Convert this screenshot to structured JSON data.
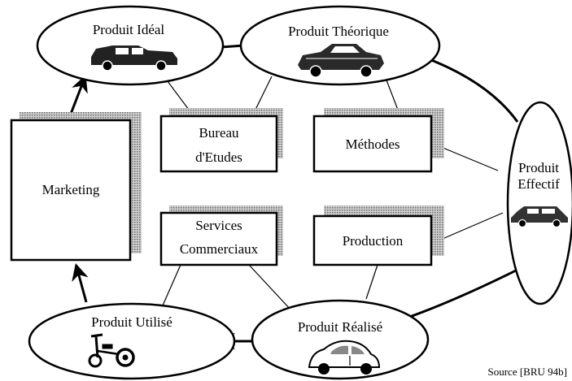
{
  "nodes": {
    "produit_ideal": "Produit Idéal",
    "produit_theorique": "Produit Théorique",
    "produit_effectif_line1": "Produit",
    "produit_effectif_line2": "Effectif",
    "produit_realise": "Produit Réalisé",
    "produit_utilise": "Produit Utilisé"
  },
  "boxes": {
    "marketing": "Marketing",
    "bureau_line1": "Bureau",
    "bureau_line2": "d'Etudes",
    "methodes": "Méthodes",
    "services_line1": "Services",
    "services_line2": "Commerciaux",
    "production": "Production"
  },
  "source": "Source [BRU 94b]",
  "icons": {
    "ideal": "luxury-car-icon",
    "theorique": "sedan-car-icon",
    "effectif": "station-wagon-icon",
    "realise": "beetle-car-icon",
    "utilise": "tricycle-icon"
  }
}
